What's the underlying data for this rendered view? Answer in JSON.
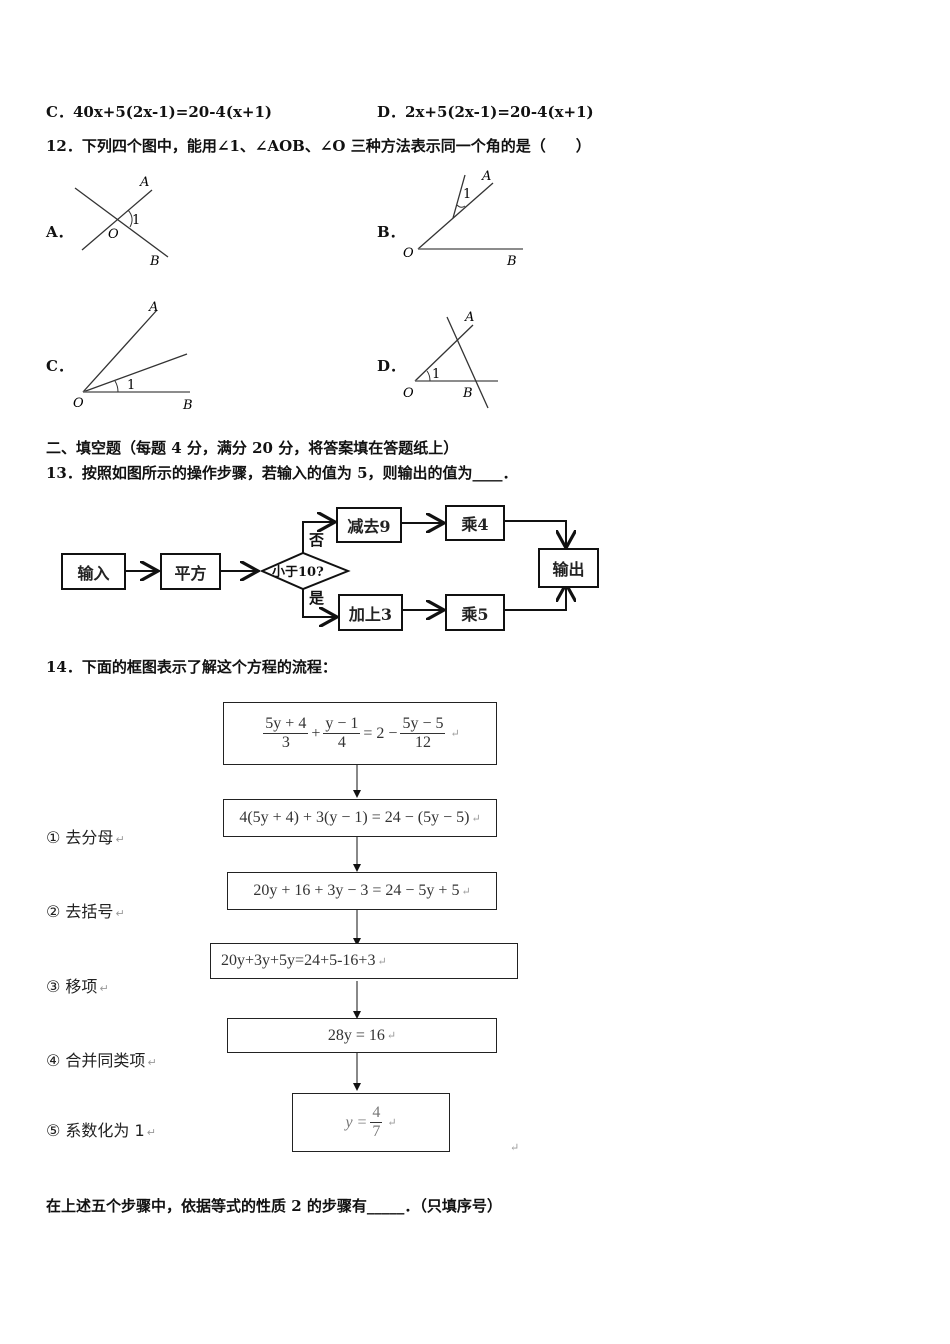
{
  "q11_options": {
    "C": {
      "label": "C．",
      "text": "40x+5(2x-1)=20-4(x+1)"
    },
    "D": {
      "label": "D．",
      "text": "2x+5(2x-1)=20-4(x+1)"
    }
  },
  "q12": {
    "stem": "12．下列四个图中，能用∠1、∠AOB、∠O 三种方法表示同一个角的是（　　）",
    "options": [
      {
        "label": "A．",
        "points": {
          "A": "A",
          "O": "O",
          "B": "B",
          "angle": "1"
        }
      },
      {
        "label": "B．",
        "points": {
          "A": "A",
          "O": "O",
          "B": "B",
          "angle": "1"
        }
      },
      {
        "label": "C．",
        "points": {
          "A": "A",
          "O": "O",
          "B": "B",
          "angle": "1"
        }
      },
      {
        "label": "D．",
        "points": {
          "A": "A",
          "O": "O",
          "B": "B",
          "angle": "1"
        }
      }
    ]
  },
  "section2": {
    "heading": "二、填空题（每题 4 分，满分 20 分，将答案填在答题纸上）"
  },
  "q13": {
    "stem": "13．按照如图所示的操作步骤，若输入的值为 5，则输出的值为____．",
    "flow": {
      "input": "输入",
      "square": "平方",
      "condition": "小于10?",
      "no_label": "否",
      "yes_label": "是",
      "no_step1": "减去9",
      "no_step2": "乘4",
      "yes_step1": "加上3",
      "yes_step2": "乘5",
      "output": "输出"
    }
  },
  "q14": {
    "stem": "14．下面的框图表示了解这个方程的流程：",
    "equation": {
      "f1_num": "5y + 4",
      "f1_den": "3",
      "plus": "+",
      "f2_num": "y − 1",
      "f2_den": "4",
      "eq": "= 2 −",
      "f3_num": "5y − 5",
      "f3_den": "12"
    },
    "steps": [
      {
        "label": "① 去分母",
        "result": "4(5y + 4) + 3(y − 1) = 24 − (5y − 5)"
      },
      {
        "label": "② 去括号",
        "result": "20y + 16 + 3y − 3 = 24 − 5y + 5"
      },
      {
        "label": "③ 移项",
        "result": "20y+3y+5y=24+5-16+3"
      },
      {
        "label": "④ 合并同类项",
        "result": "28y = 16"
      },
      {
        "label": "⑤ 系数化为 1",
        "result_lhs": "y =",
        "result_num": "4",
        "result_den": "7"
      }
    ],
    "return_mark": "↵",
    "question": "在上述五个步骤中，依据等式的性质 2 的步骤有_____．（只填序号）"
  }
}
